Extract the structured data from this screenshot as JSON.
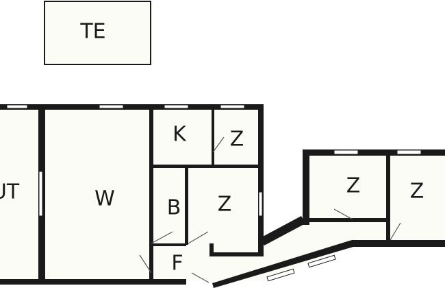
{
  "colors": {
    "wall": "#1a1a1a",
    "room_fill": "#fcfcf7",
    "background": "#ffffff"
  },
  "rooms": [
    {
      "id": "te",
      "label": "TE"
    },
    {
      "id": "ut",
      "label": "UT"
    },
    {
      "id": "w",
      "label": "W"
    },
    {
      "id": "k",
      "label": "K"
    },
    {
      "id": "z1",
      "label": "Z"
    },
    {
      "id": "b",
      "label": "B"
    },
    {
      "id": "z2",
      "label": "Z"
    },
    {
      "id": "f",
      "label": "F"
    },
    {
      "id": "z3",
      "label": "Z"
    },
    {
      "id": "z4",
      "label": "Z"
    }
  ]
}
